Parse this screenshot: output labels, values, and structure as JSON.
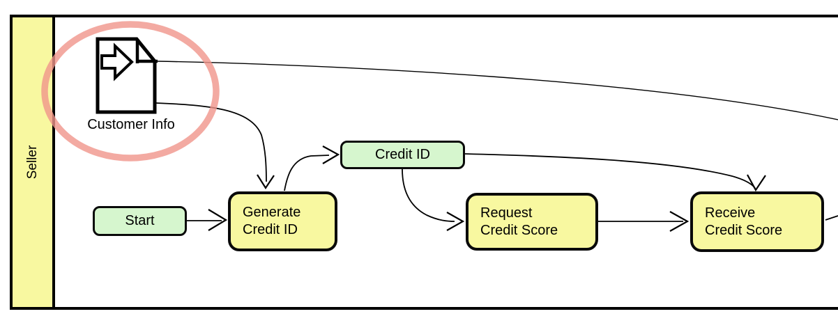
{
  "pool": {
    "lane_label": "Seller"
  },
  "nodes": {
    "customer_info": {
      "label": "Customer Info"
    },
    "start": {
      "label": "Start"
    },
    "generate_credit_id": {
      "label": "Generate\nCredit ID"
    },
    "credit_id": {
      "label": "Credit ID"
    },
    "request_credit_score": {
      "label": "Request\nCredit Score"
    },
    "receive_credit_score": {
      "label": "Receive\nCredit Score"
    }
  },
  "edges": [
    {
      "from": "customer_info",
      "to": "off-canvas-right-top"
    },
    {
      "from": "customer_info",
      "to": "generate_credit_id"
    },
    {
      "from": "start",
      "to": "generate_credit_id"
    },
    {
      "from": "generate_credit_id",
      "to": "credit_id"
    },
    {
      "from": "credit_id",
      "to": "request_credit_score"
    },
    {
      "from": "credit_id",
      "to": "receive_credit_score"
    },
    {
      "from": "request_credit_score",
      "to": "receive_credit_score"
    },
    {
      "from": "receive_credit_score",
      "to": "off-canvas-right"
    }
  ],
  "annotation": {
    "shape": "ellipse",
    "around": "customer_info",
    "color": "#f0958b"
  },
  "colors": {
    "task_fill": "#f8f8a0",
    "data_fill": "#d6f6ce",
    "lane_fill": "#f8f8a0",
    "stroke": "#000000"
  }
}
